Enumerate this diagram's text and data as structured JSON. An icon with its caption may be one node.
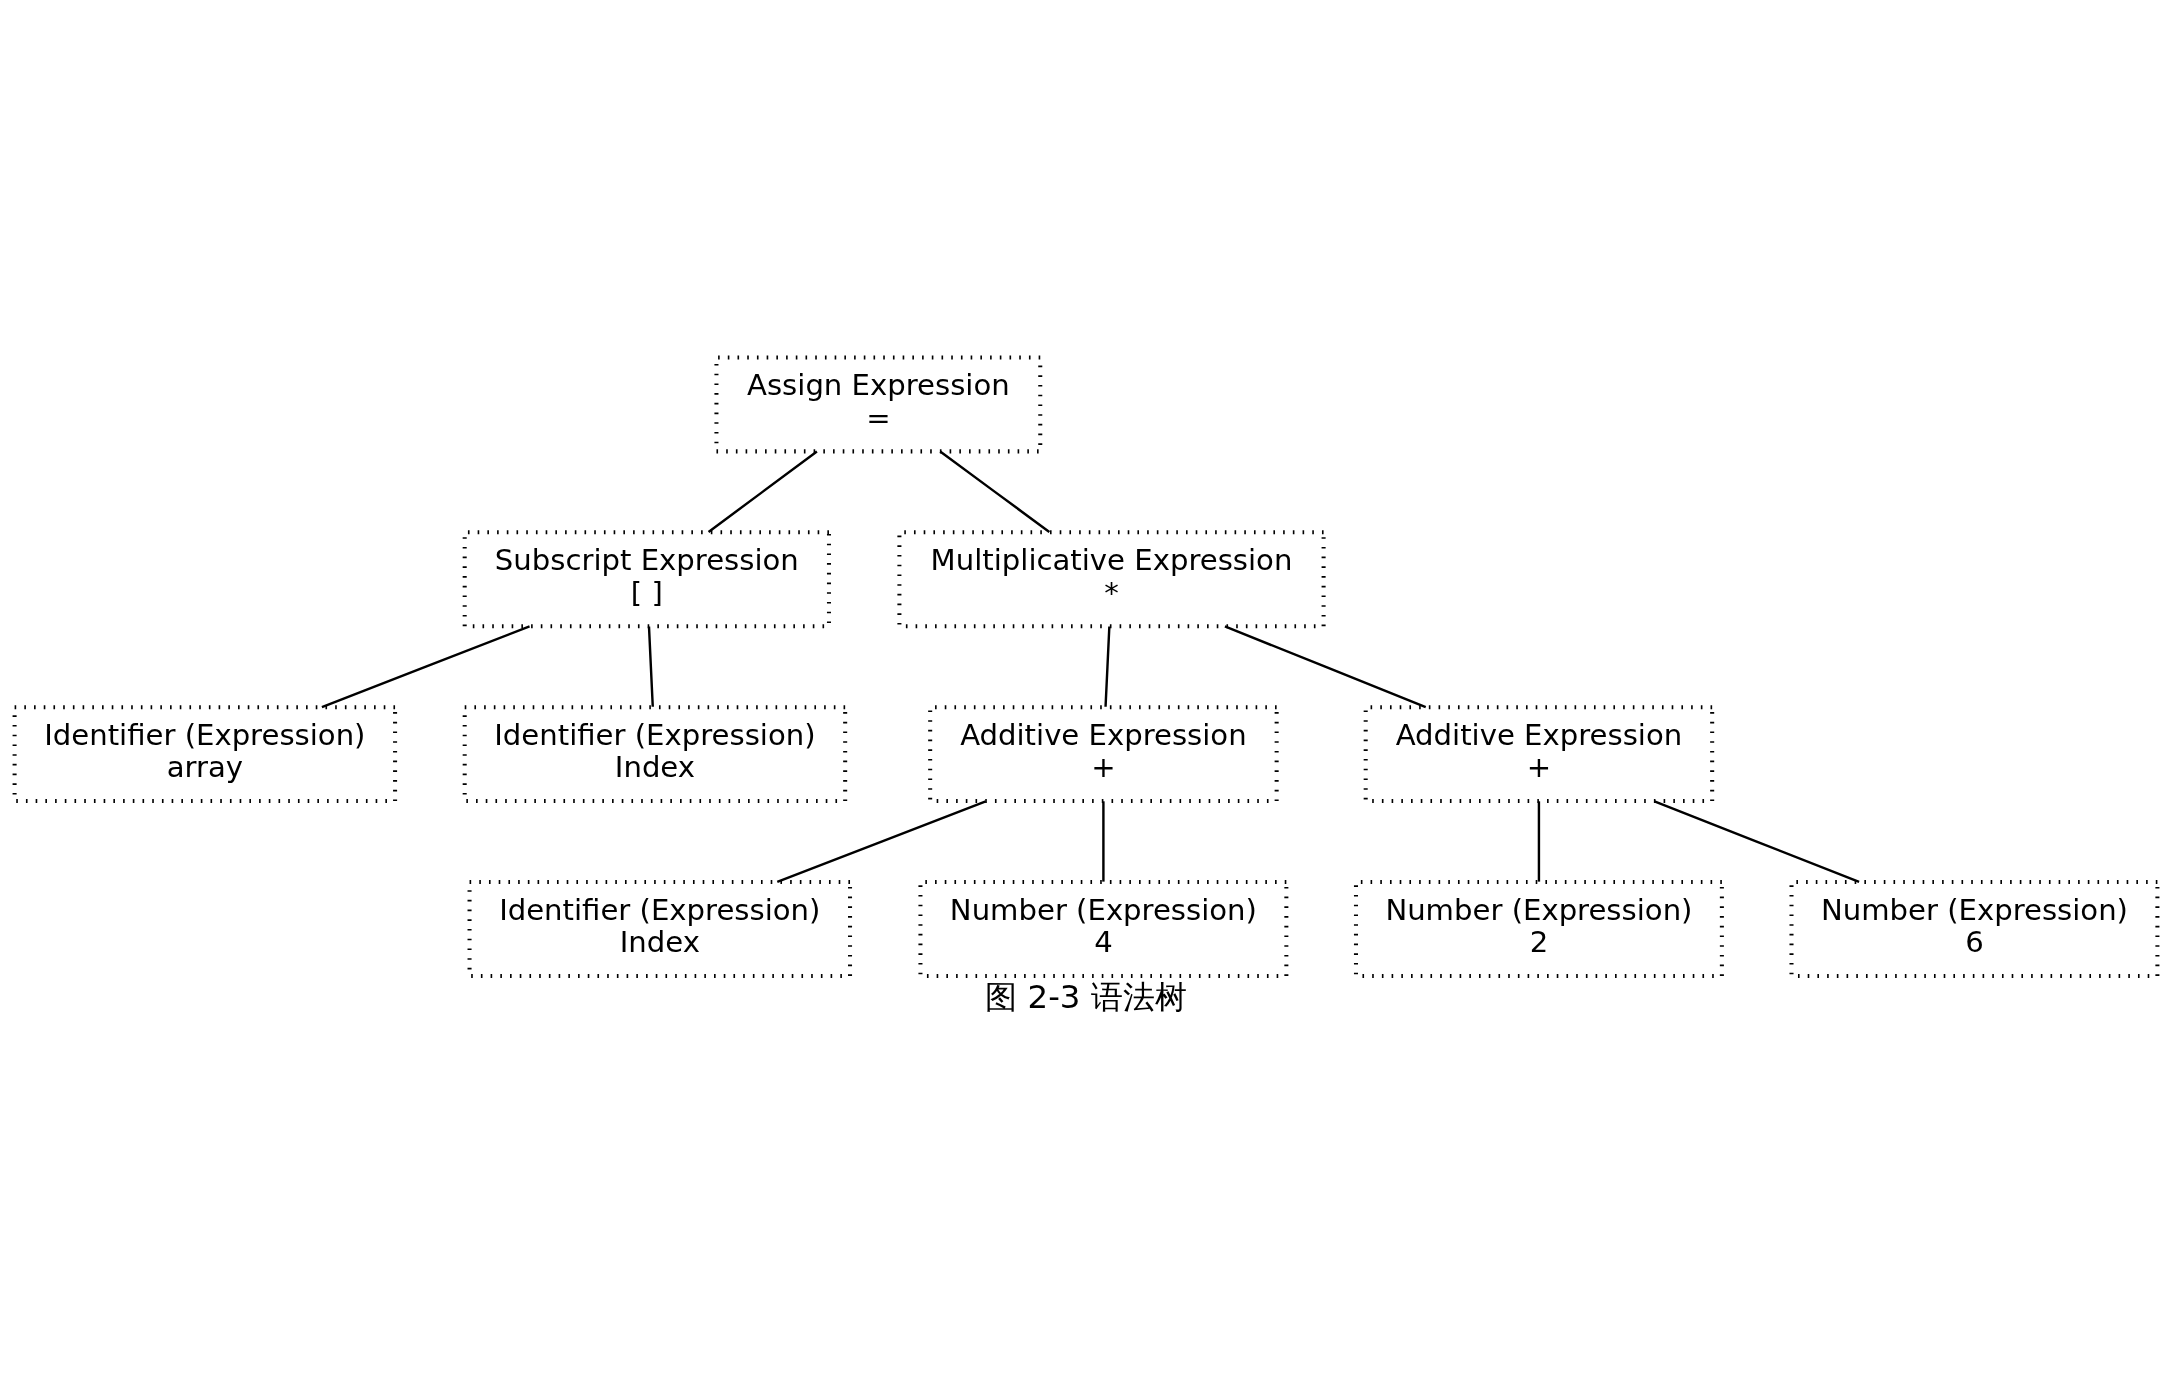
{
  "diagram": {
    "caption": "图 2-3 语法树",
    "nodes": [
      {
        "text": [
          "Assign Expression",
          "="
        ]
      },
      {
        "text": [
          "Subscript Expression",
          "[ ]"
        ]
      },
      {
        "text": [
          "Multiplicative Expression",
          "*"
        ]
      },
      {
        "text": [
          "Identifier (Expression)",
          "array"
        ]
      },
      {
        "text": [
          "Identifier (Expression)",
          "Index"
        ]
      },
      {
        "text": [
          "Additive Expression",
          "+"
        ]
      },
      {
        "text": [
          "Additive Expression",
          "+"
        ]
      },
      {
        "text": [
          "Identifier (Expression)",
          "Index"
        ]
      },
      {
        "text": [
          "Number (Expression)",
          "4"
        ]
      },
      {
        "text": [
          "Number (Expression)",
          "2"
        ]
      },
      {
        "text": [
          "Number (Expression)",
          "6"
        ]
      }
    ],
    "edges": [
      {
        "from": 0,
        "to": 1,
        "arrow": "none"
      },
      {
        "from": 0,
        "to": 2,
        "arrow": "none"
      },
      {
        "from": 1,
        "to": 3,
        "arrow": "none"
      },
      {
        "from": 1,
        "to": 4,
        "arrow": "none"
      },
      {
        "from": 2,
        "to": 5,
        "arrow": "none"
      },
      {
        "from": 2,
        "to": 6,
        "arrow": "none"
      },
      {
        "from": 5,
        "to": 7,
        "arrow": "none"
      },
      {
        "from": 5,
        "to": 8,
        "arrow": "none"
      },
      {
        "from": 6,
        "to": 9,
        "arrow": "none"
      },
      {
        "from": 6,
        "to": 10,
        "arrow": "none"
      }
    ]
  }
}
